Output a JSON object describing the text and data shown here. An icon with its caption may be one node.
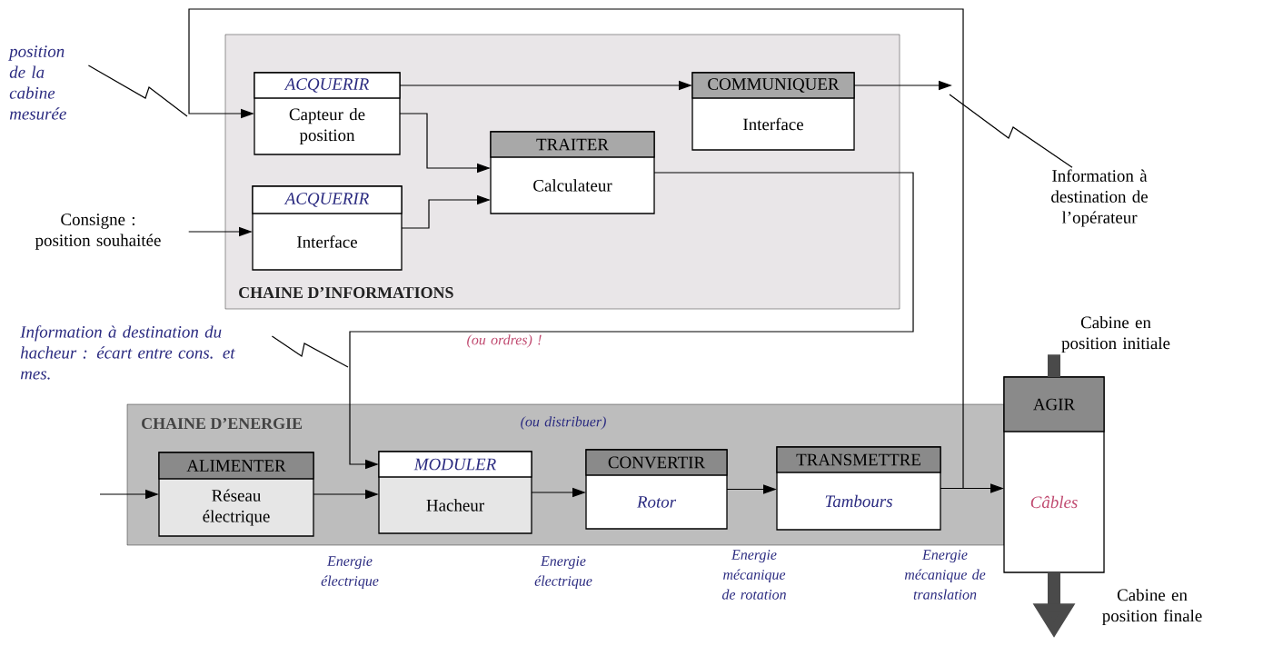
{
  "diagram": {
    "nodes": [
      {
        "text": [
          "CHAINE D’INFORMATIONS"
        ]
      },
      {
        "text": [
          "ACQUERIR",
          "Capteur de position"
        ],
        "in": 0
      },
      {
        "text": [
          "ACQUERIR",
          "Interface"
        ],
        "in": 0
      },
      {
        "text": [
          "TRAITER",
          "Calculateur"
        ],
        "in": 0
      },
      {
        "text": [
          "COMMUNIQUER",
          "Interface"
        ],
        "in": 0
      },
      {
        "text": [
          "position de la cabine mesurée"
        ]
      },
      {
        "text": [
          "Consigne : position souhaitée"
        ]
      },
      {
        "text": [
          "Information à destination de l’opérateur"
        ]
      },
      {
        "text": [
          "CHAINE D’ENERGIE"
        ]
      },
      {
        "text": [
          "ALIMENTER",
          "Réseau électrique"
        ],
        "in": 8
      },
      {
        "text": [
          "MODULER",
          "Hacheur"
        ],
        "in": 8
      },
      {
        "text": [
          "CONVERTIR",
          "Rotor"
        ],
        "in": 8
      },
      {
        "text": [
          "TRANSMETTRE",
          "Tambours"
        ],
        "in": 8
      },
      {
        "text": [
          "AGIR",
          "Câbles"
        ]
      },
      {
        "text": [
          "Information à destination du hacheur : écart entre cons. et mes."
        ]
      },
      {
        "text": [
          "Cabine en position initiale"
        ]
      },
      {
        "text": [
          "Cabine en position finale"
        ]
      }
    ],
    "edges": [
      {
        "from": 5,
        "to": null,
        "arrow": "none"
      },
      {
        "from": 12,
        "to": 1,
        "arrow": "to"
      },
      {
        "from": 6,
        "to": 2,
        "arrow": "to"
      },
      {
        "from": 1,
        "to": 3,
        "arrow": "to"
      },
      {
        "from": 2,
        "to": 3,
        "arrow": "to"
      },
      {
        "from": 1,
        "to": 4,
        "arrow": "to"
      },
      {
        "from": 4,
        "to": null,
        "arrow": "to"
      },
      {
        "from": 7,
        "to": null,
        "arrow": "none"
      },
      {
        "from": 3,
        "to": 10,
        "arrow": "to"
      },
      {
        "from": 14,
        "to": null,
        "arrow": "none"
      },
      {
        "from": null,
        "to": 9,
        "arrow": "to"
      },
      {
        "from": 9,
        "to": 10,
        "arrow": "to"
      },
      {
        "from": 10,
        "to": 11,
        "arrow": "to"
      },
      {
        "from": 11,
        "to": 12,
        "arrow": "to"
      },
      {
        "from": 12,
        "to": 13,
        "arrow": "to"
      },
      {
        "from": 15,
        "to": 13,
        "arrow": "none",
        "style": "thick",
        "color": "#4a4a4a"
      },
      {
        "from": 13,
        "to": 16,
        "arrow": "to",
        "style": "thick",
        "color": "#4a4a4a"
      }
    ],
    "labels": [
      "(ou ordres) !",
      "(ou distribuer)",
      "Energie électrique",
      "Energie électrique",
      "Energie mécanique de rotation",
      "Energie mécanique de translation"
    ]
  }
}
